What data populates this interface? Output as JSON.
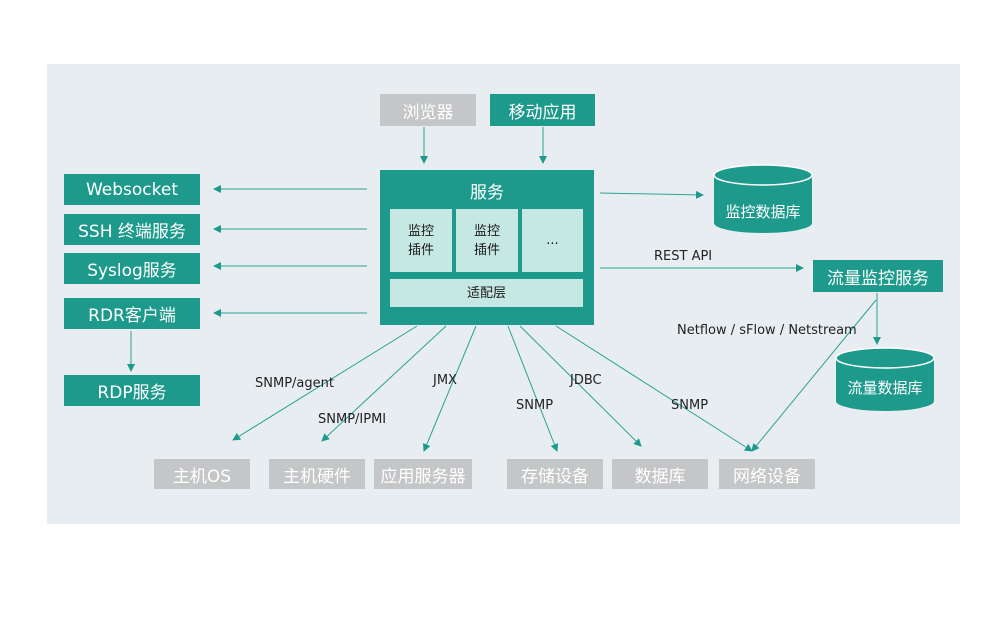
{
  "top": {
    "browser": "浏览器",
    "mobile_app": "移动应用"
  },
  "service": {
    "title": "服务",
    "plugin1": "监控\n插件",
    "plugin2": "监控\n插件",
    "more": "...",
    "adapter": "适配层"
  },
  "left": {
    "websocket": "Websocket",
    "ssh": "SSH 终端服务",
    "syslog": "Syslog服务",
    "rdr": "RDR客户端",
    "rdp": "RDP服务"
  },
  "right": {
    "monitor_db": "监控数据库",
    "rest_api": "REST API",
    "flow_service": "流量监控服务",
    "flow_protocols": "Netflow / sFlow / Netstream",
    "flow_db": "流量数据库"
  },
  "protocols": {
    "snmp_agent": "SNMP/agent",
    "snmp_ipmi": "SNMP/IPMI",
    "jmx": "JMX",
    "snmp1": "SNMP",
    "jdbc": "JDBC",
    "snmp2": "SNMP"
  },
  "bottom": {
    "host_os": "主机OS",
    "host_hw": "主机硬件",
    "app_server": "应用服务器",
    "storage": "存储设备",
    "database": "数据库",
    "network": "网络设备"
  },
  "colors": {
    "teal": "#1e9a8c",
    "grey": "#c4c6c8",
    "panel": "#e8edf1",
    "inner": "#c6e8e3"
  }
}
